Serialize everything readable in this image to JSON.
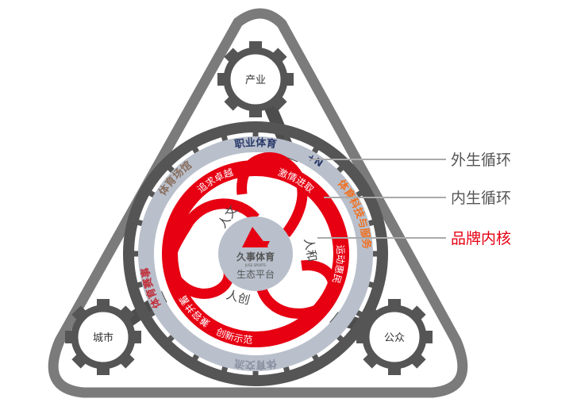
{
  "gears": {
    "top": "产业",
    "left": "城市",
    "right": "公众"
  },
  "outer_band": {
    "top": "职业体育",
    "right_top": "+N",
    "right": "体育科技与服务",
    "bottom": "体育交流",
    "left": "体育赛事",
    "left_top": "体育场馆"
  },
  "red_ring": {
    "a": "追求卓越",
    "b": "激情进取",
    "c": "运动惠民",
    "d": "创新示范",
    "e": "兼容并蓄"
  },
  "petals": {
    "p1": "人文",
    "p2": "人和",
    "p3": "人创"
  },
  "center": {
    "logo": "久事体育",
    "logo_sub": "JUSS SPORTS",
    "title": "生态平台"
  },
  "legend": {
    "outer": "外生循环",
    "inner": "内生循环",
    "core": "品牌内核"
  },
  "colors": {
    "red": "#e60012",
    "dark": "#555555",
    "band": "#b9c0cc",
    "orange": "#f07020",
    "navy": "#2a3a6a"
  }
}
